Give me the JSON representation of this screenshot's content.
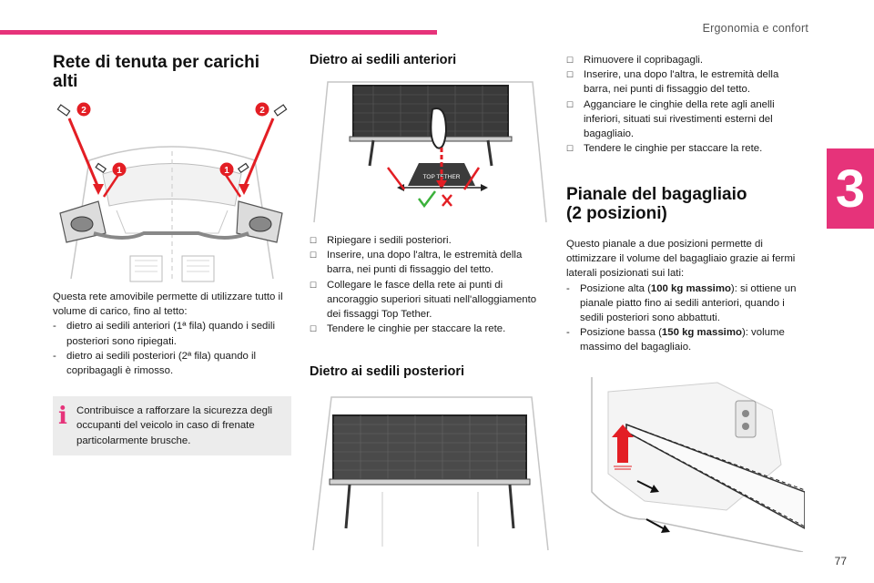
{
  "header": {
    "section": "Ergonomia e confort",
    "chapter": "3",
    "accent_color": "#e6337a"
  },
  "page": {
    "number": "77"
  },
  "col1": {
    "title": "Rete di tenuta per carichi alti",
    "intro": "Questa rete amovibile permette di utilizzare tutto il volume di carico, fino al tetto:",
    "items": [
      "dietro ai sedili anteriori (1ª fila) quando i sedili posteriori sono ripiegati.",
      "dietro ai sedili posteriori (2ª fila) quando il copribagagli è rimosso."
    ],
    "info": "Contribuisce a rafforzare la sicurezza degli occupanti del veicolo in caso di frenate particolarmente brusche.",
    "figure_labels": [
      "2",
      "2",
      "1",
      "1"
    ]
  },
  "col2": {
    "title1": "Dietro ai sedili anteriori",
    "steps": [
      "Ripiegare i sedili posteriori.",
      "Inserire, una dopo l'altra, le estremità della barra, nei punti di fissaggio del tetto.",
      "Collegare le fasce della rete ai punti di ancoraggio superiori situati nell'alloggiamento dei fissaggi Top Tether.",
      "Tendere le cinghie per staccare la rete."
    ],
    "title2": "Dietro ai sedili posteriori",
    "figure_text": "TOP TETHER"
  },
  "col3": {
    "steps": [
      "Rimuovere il copribagagli.",
      "Inserire, una dopo l'altra, le estremità della barra, nei punti di fissaggio del tetto.",
      "Agganciare le cinghie della rete agli anelli inferiori, situati sui rivestimenti esterni del bagagliaio.",
      "Tendere le cinghie per staccare la rete."
    ],
    "title": "Pianale del bagagliaio (2 posizioni)",
    "intro": "Questo pianale a due posizioni permette di ottimizzare il volume del bagagliaio grazie ai fermi laterali posizionati sui lati:",
    "pos_high_prefix": "Posizione alta (",
    "pos_high_bold": "100 kg massimo",
    "pos_high_suffix": "): si ottiene un pianale piatto fino ai sedili anteriori, quando i sedili posteriori sono abbattuti.",
    "pos_low_prefix": "Posizione bassa (",
    "pos_low_bold": "150 kg massimo",
    "pos_low_suffix": "): volume massimo del bagagliaio."
  }
}
